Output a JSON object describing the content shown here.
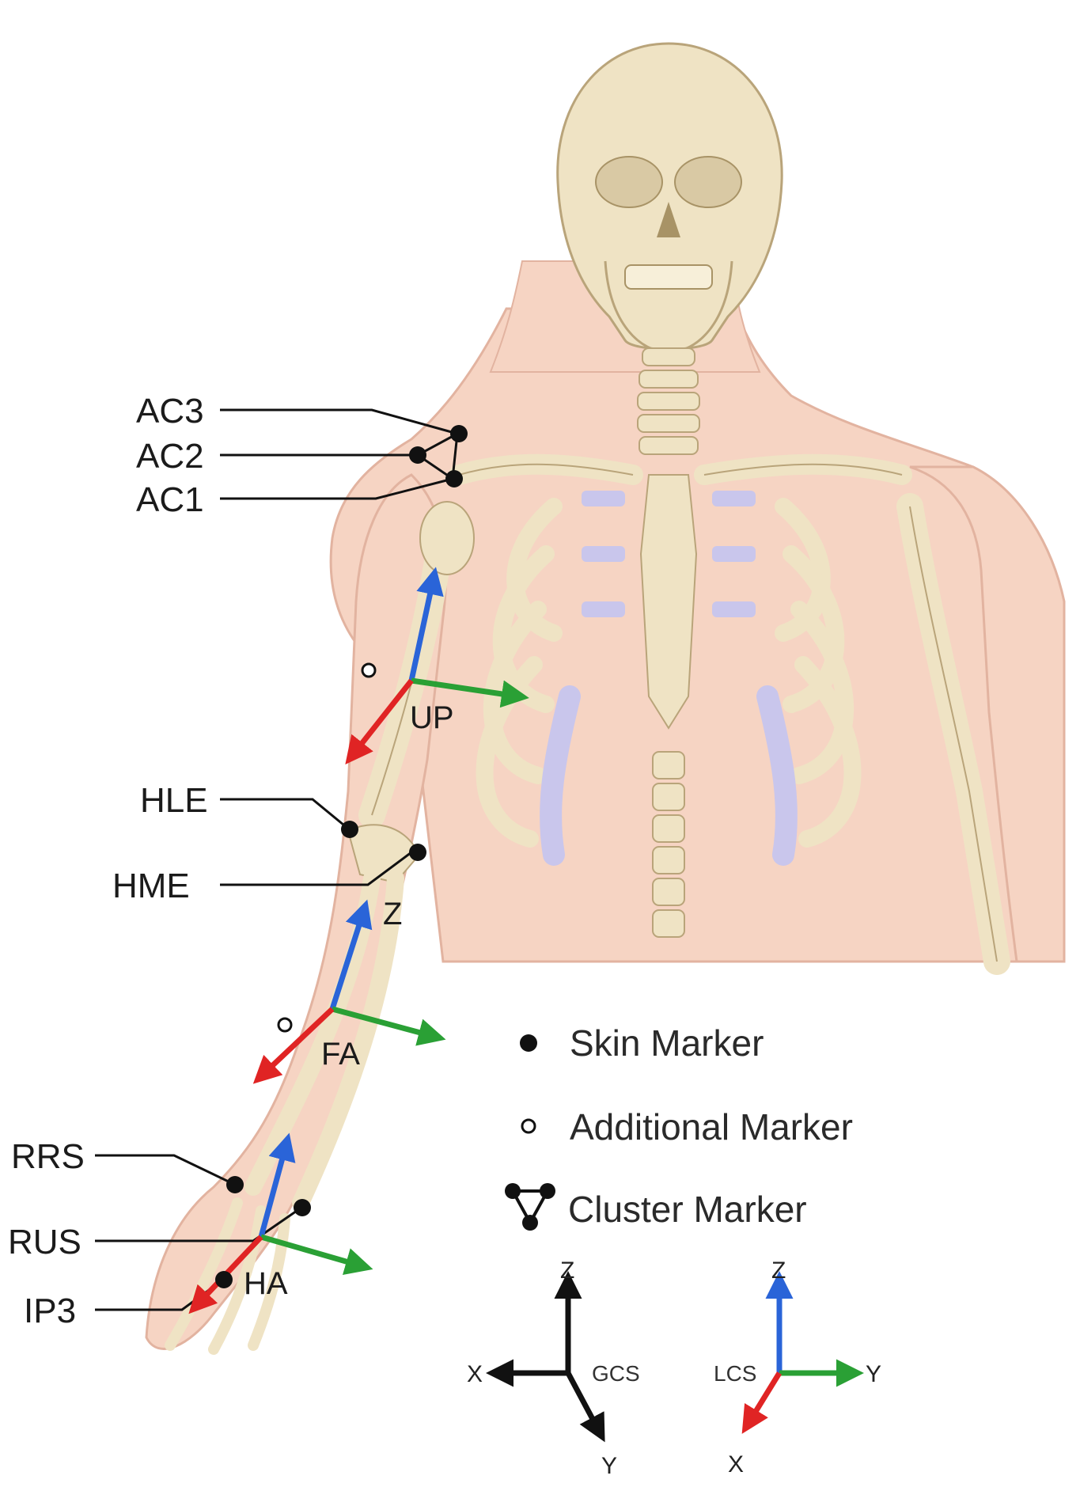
{
  "palette": {
    "skin": "#f6d4c3",
    "skin_edge": "#e2b3a0",
    "bone": "#efe3c4",
    "bone_edge": "#c9b588",
    "cartilage": "#c9c6ec",
    "x_axis": "#e02424",
    "y_axis": "#2aa035",
    "z_axis": "#2a64d8",
    "marker": "#111111"
  },
  "markers": {
    "ac3": "AC3",
    "ac2": "AC2",
    "ac1": "AC1",
    "hle": "HLE",
    "hme": "HME",
    "rrs": "RRS",
    "rus": "RUS",
    "ip3": "IP3"
  },
  "segments": {
    "upper_arm": "UP",
    "forearm": "FA",
    "hand": "HA",
    "z_label": "Z"
  },
  "legend": {
    "skin_marker": "Skin Marker",
    "additional_marker": "Additional  Marker",
    "cluster_marker": "Cluster Marker"
  },
  "gcs": {
    "name": "GCS",
    "x": "X",
    "y": "Y",
    "z": "Z"
  },
  "lcs": {
    "name": "LCS",
    "x": "X",
    "y": "Y",
    "z": "Z"
  }
}
